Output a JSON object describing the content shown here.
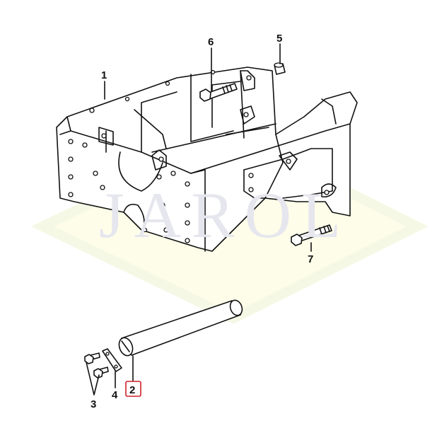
{
  "watermark": {
    "text": "JAROL",
    "colors": {
      "diamond": "#fdfde8",
      "text": "#ececf2"
    }
  },
  "callouts": [
    {
      "id": "1",
      "label": "1"
    },
    {
      "id": "2",
      "label": "2",
      "highlighted": true
    },
    {
      "id": "3",
      "label": "3"
    },
    {
      "id": "4",
      "label": "4"
    },
    {
      "id": "5",
      "label": "5"
    },
    {
      "id": "6",
      "label": "6"
    },
    {
      "id": "7",
      "label": "7"
    }
  ],
  "colors": {
    "highlight": "#d0202a",
    "line": "#111111"
  }
}
